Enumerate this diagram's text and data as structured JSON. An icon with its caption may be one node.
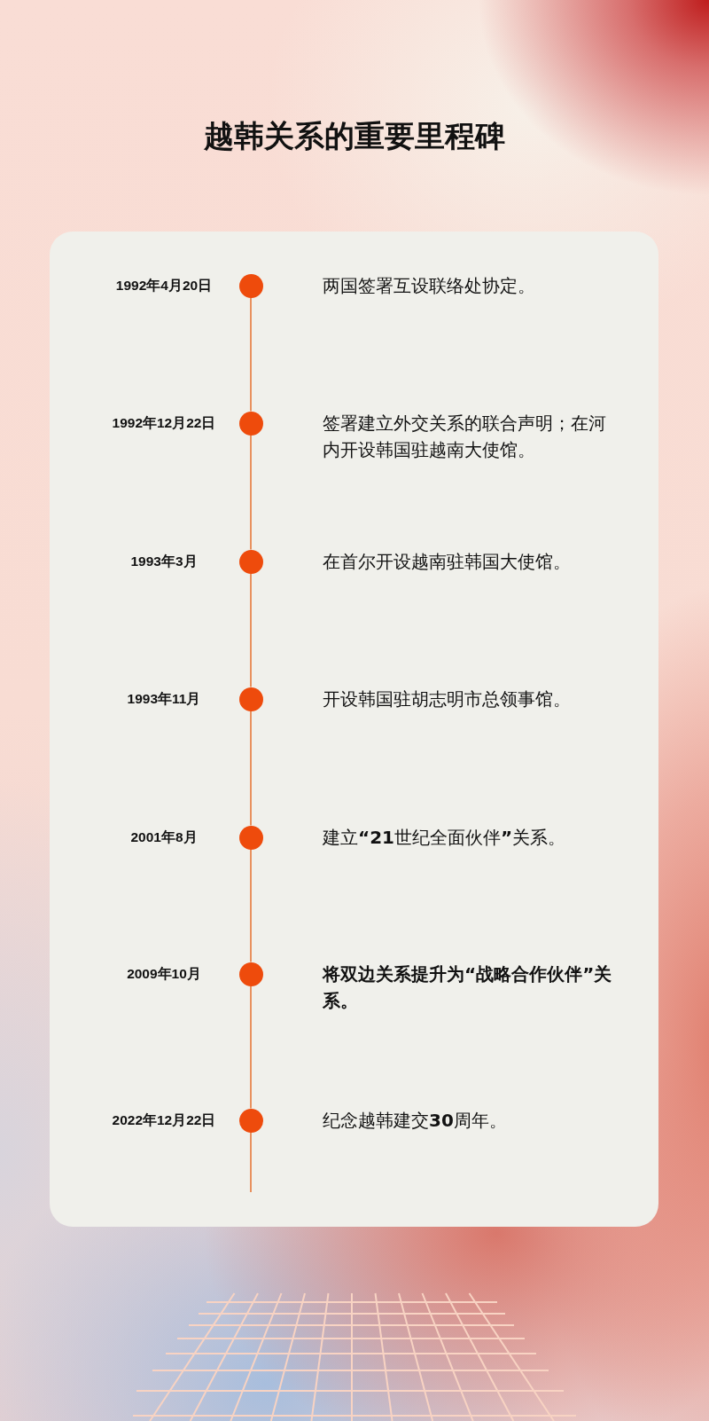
{
  "diagram": {
    "title": "越韩关系的重要里程碑",
    "nodes": [
      {
        "text": [],
        "shape": "circle",
        "beside": [
          "1992年4月20日",
          "两国签署互设联络处协定。"
        ]
      },
      {
        "text": [],
        "shape": "circle",
        "beside": [
          "1992年12月22日",
          "签署建立外交关系的联合声明；在河内开设韩国驻越南大使馆。"
        ]
      },
      {
        "text": [],
        "shape": "circle",
        "beside": [
          "1993年3月",
          "在首尔开设越南驻韩国大使馆。"
        ]
      },
      {
        "text": [],
        "shape": "circle",
        "beside": [
          "1993年11月",
          "开设韩国驻胡志明市总领事馆。"
        ]
      },
      {
        "text": [],
        "shape": "circle",
        "beside": [
          "2001年8月",
          "建立**“21**世纪全面伙伴**”**关系。"
        ]
      },
      {
        "text": [],
        "shape": "circle",
        "beside": [
          "2009年10月",
          "将双边关系提升为“战略合作伙伴”关系。"
        ]
      },
      {
        "text": [],
        "shape": "circle",
        "beside": [
          "2022年12月22日",
          "纪念越韩建交**30**周年。"
        ]
      }
    ],
    "edges": [
      {
        "from": 0,
        "to": 1,
        "arrow": "none"
      },
      {
        "from": 1,
        "to": 2,
        "arrow": "none"
      },
      {
        "from": 2,
        "to": 3,
        "arrow": "none"
      },
      {
        "from": 3,
        "to": 4,
        "arrow": "none"
      },
      {
        "from": 4,
        "to": 5,
        "arrow": "none"
      },
      {
        "from": 5,
        "to": 6,
        "arrow": "none"
      },
      {
        "from": 6,
        "to": null,
        "arrow": "none"
      }
    ]
  }
}
